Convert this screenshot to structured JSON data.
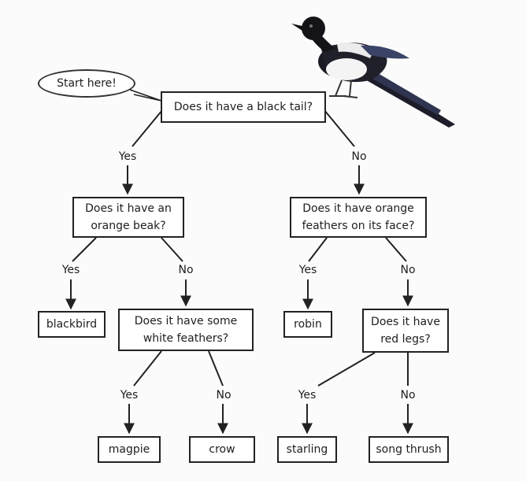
{
  "start_label": "Start here!",
  "questions": {
    "q1": "Does it have a black tail?",
    "q2": "Does it have an orange beak?",
    "q3": "Does it have orange feathers on its face?",
    "q4": "Does it have some white feathers?",
    "q5": "Does it have red legs?"
  },
  "answers": {
    "yes": "Yes",
    "no": "No"
  },
  "birds": {
    "blackbird": "blackbird",
    "robin": "robin",
    "magpie": "magpie",
    "crow": "crow",
    "starling": "starling",
    "song_thrush": "song thrush"
  },
  "illustration": "magpie-icon"
}
